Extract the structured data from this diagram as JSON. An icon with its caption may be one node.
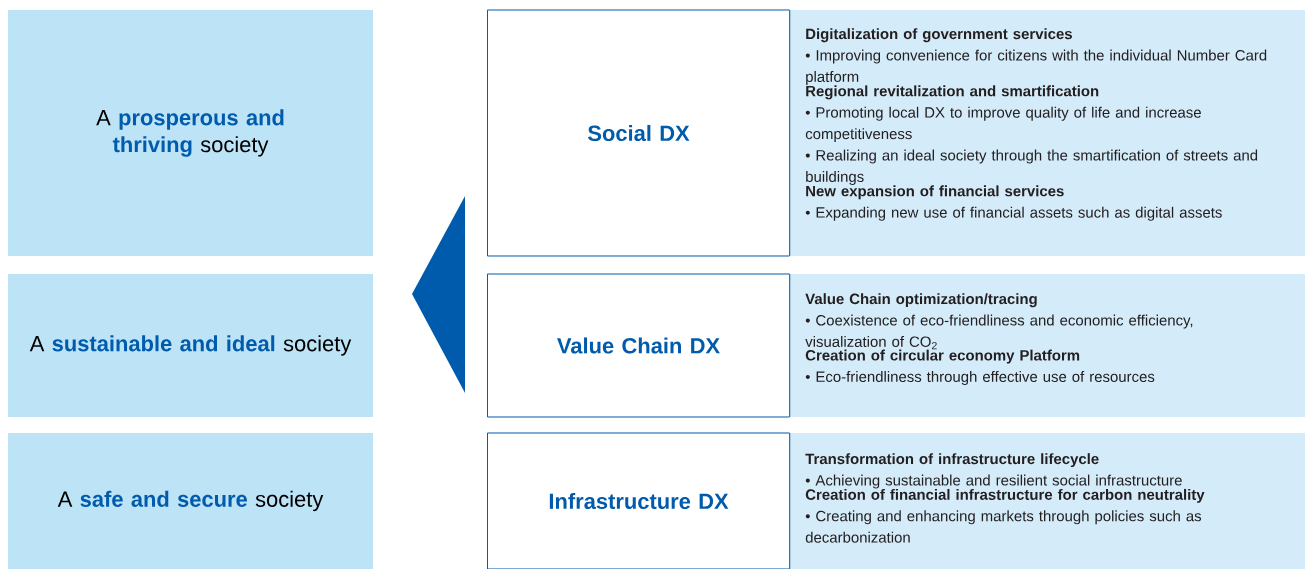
{
  "diagram": {
    "nodes": [
      {
        "text": [
          "A **prosperous and thriving** society"
        ]
      },
      {
        "text": [
          "A **sustainable and ideal** society"
        ]
      },
      {
        "text": [
          "A **safe and secure** society"
        ]
      },
      {
        "text": [
          "Social DX"
        ]
      },
      {
        "text": [],
        "shape": "box"
      },
      {
        "text": [
          "Digitalization of government services",
          "• Improving convenience for citizens with the individual Number Card platform"
        ],
        "in": 4
      },
      {
        "text": [
          "Regional revitalization and smartification",
          "• Promoting local DX to improve quality of life and increase competitiveness",
          "• Realizing an ideal society through the smartification of streets and buildings"
        ],
        "in": 4
      },
      {
        "text": [
          "New expansion of financial services",
          "• Expanding new use of financial assets such as digital assets"
        ],
        "in": 4
      },
      {
        "text": [
          "Value Chain DX"
        ]
      },
      {
        "text": [],
        "shape": "box"
      },
      {
        "text": [
          "Value Chain optimization/tracing",
          "• Coexistence of eco-friendliness and economic efficiency, visualization of CO$_{2}$"
        ],
        "in": 9
      },
      {
        "text": [
          "Creation of circular economy Platform",
          "• Eco-friendliness through effective use of resources"
        ],
        "in": 9
      },
      {
        "text": [
          "Infrastructure DX"
        ]
      },
      {
        "text": [],
        "shape": "box"
      },
      {
        "text": [
          "Transformation of infrastructure lifecycle",
          "• Achieving sustainable and resilient social infrastructure"
        ],
        "in": 13
      },
      {
        "text": [
          "Creation of financial infrastructure for carbon neutrality",
          "• Creating and enhancing markets through policies such as decarbonization"
        ],
        "in": 13
      },
      {
        "text": [],
        "shape": "triangle"
      }
    ]
  }
}
